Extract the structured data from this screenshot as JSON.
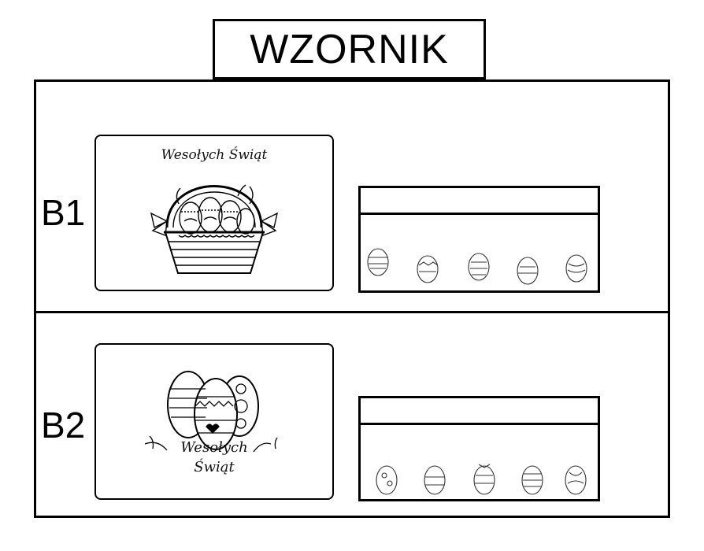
{
  "title": "WZORNIK",
  "rows": [
    {
      "label": "B1",
      "card": {
        "greeting": "Wesołych Świąt",
        "illustration": "easter-basket"
      },
      "envelope": {
        "decoration": "five-easter-eggs"
      }
    },
    {
      "label": "B2",
      "card": {
        "greeting_line1": "Wesołych",
        "greeting_line2": "Świąt",
        "illustration": "three-decorated-eggs"
      },
      "envelope": {
        "decoration": "five-easter-eggs"
      }
    }
  ]
}
